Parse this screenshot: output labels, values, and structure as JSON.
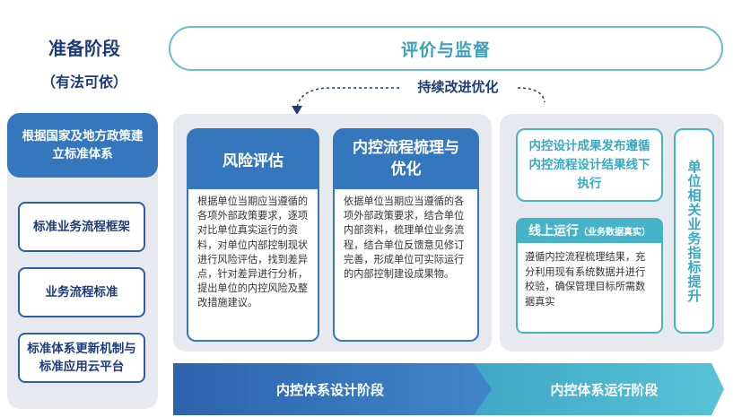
{
  "left": {
    "title": "准备阶段",
    "subtitle": "（有法可依）",
    "top_box": "根据国家及地方政策建立标准体系",
    "boxes": [
      "标准业务流程框架",
      "业务流程标准",
      "标准体系更新机制与标准应用云平台"
    ]
  },
  "top": {
    "banner": "评价与监督",
    "continuous": "持续改进优化"
  },
  "design": {
    "risk": {
      "title": "风险评估",
      "body": "根据单位当期应当遵循的各项外部政策要求，逐项对比单位真实运行的资料，对单位内部控制现状进行风险评估，找到差异点，针对差异进行分析，提出单位的内控风险及整改措施建议。"
    },
    "process": {
      "title": "内控流程梳理与优化",
      "body": "依据单位当期应当遵循的各项外部政策要求，结合单位内部资料，梳理单位业务流程，结合单位反馈意见修订完善，形成单位可实际运行的内部控制建设成果物。"
    }
  },
  "run": {
    "release": "内控设计成果发布遵循内控流程设计结果线下执行",
    "online_title": "线上运行",
    "online_tag": "（业务数据真实）",
    "online_body": "遵循内控流程梳理结果，充分利用现有系统数据并进行校验，确保管理目标所需数据真实",
    "vertical": "单位相关业务指标提升"
  },
  "stages": {
    "design": "内控体系设计阶段",
    "run": "内控体系运行阶段"
  },
  "colors": {
    "dark_blue": "#1f3c7a",
    "blue": "#3577bc",
    "cyan": "#46b3c9",
    "panel_gray": "#e6e9ee"
  }
}
